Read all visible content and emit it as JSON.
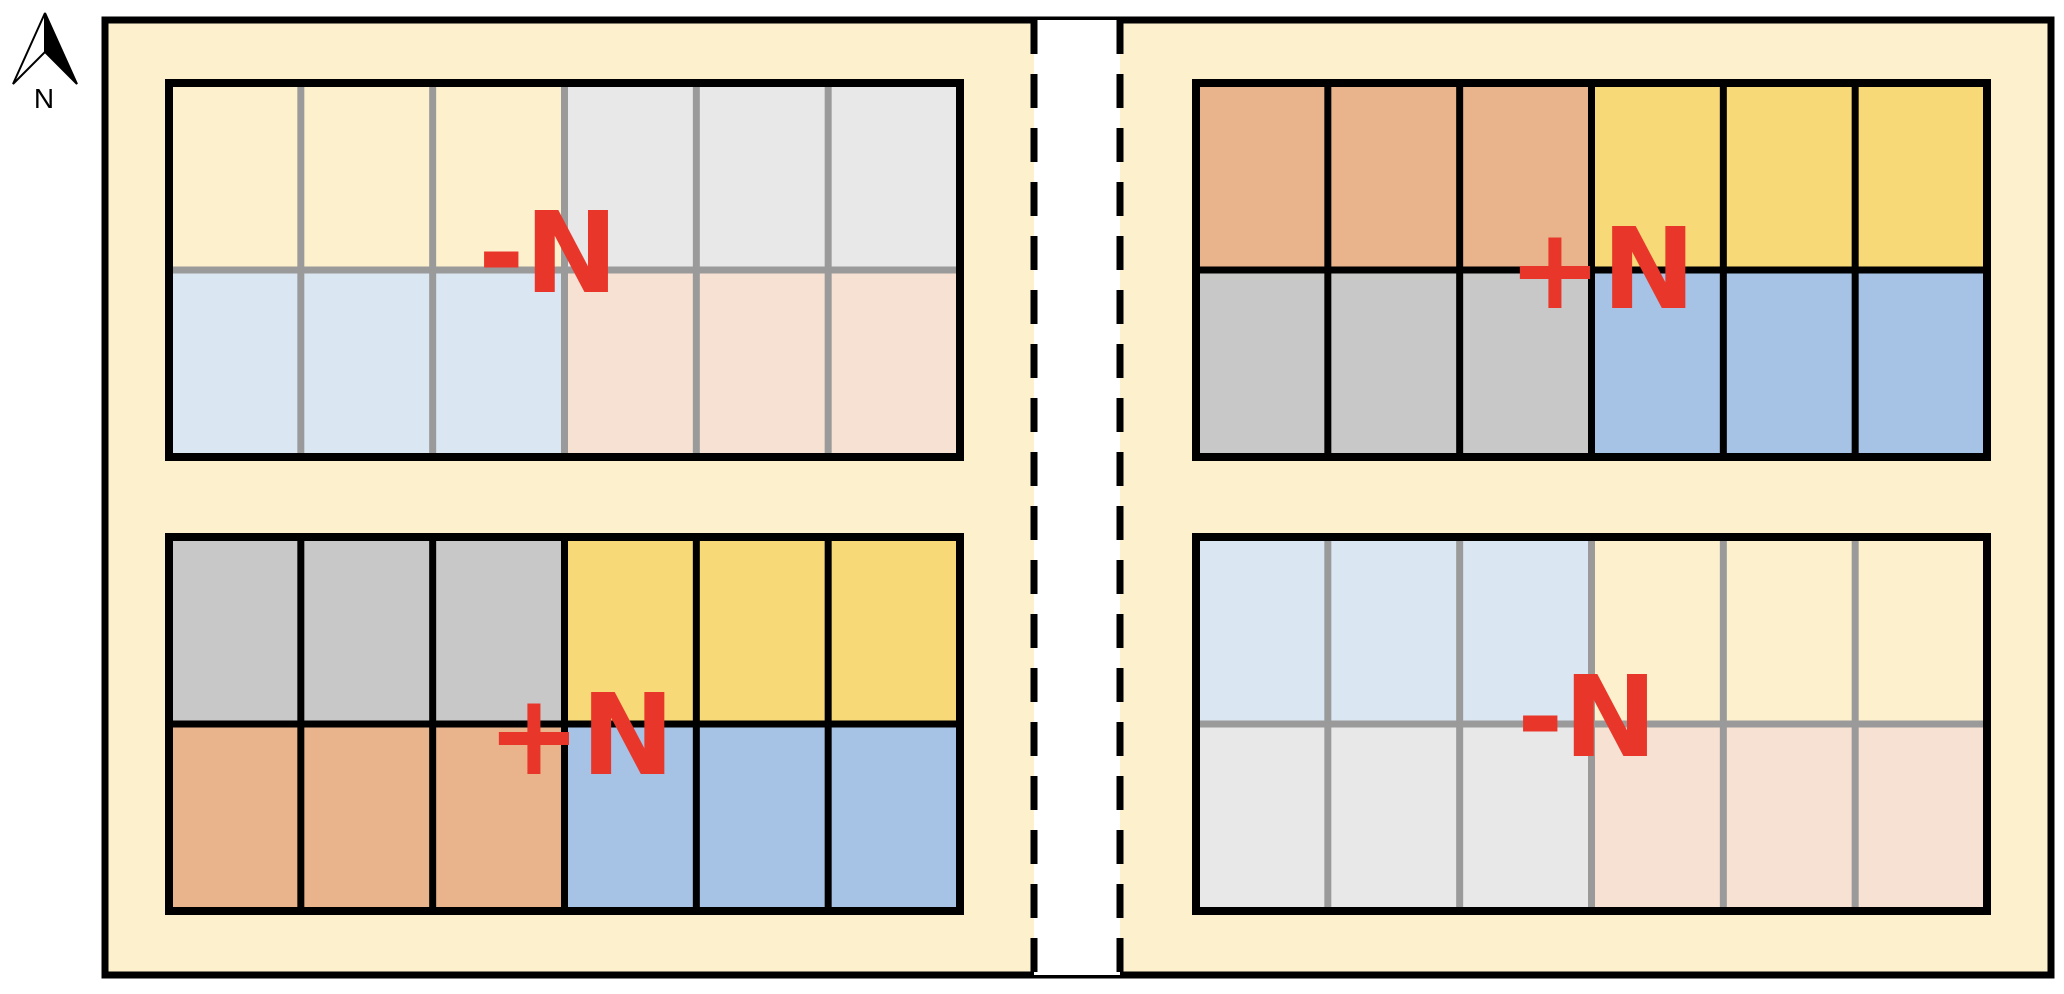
{
  "compass": {
    "label": "N",
    "icon": "north-arrow-icon"
  },
  "colors": {
    "background": "#fdf0cc",
    "road": "#ffffff",
    "label": "#e8372a",
    "gridStrong": "#000000",
    "gridWeak": "#9a9a9a",
    "paleYellow": "#fdf0cc",
    "paleGrey": "#e8e8e8",
    "paleBlue": "#dae6f2",
    "palePeach": "#f6e1d2",
    "orange": "#e9b48c",
    "yellow": "#f7d978",
    "grey": "#c8c8c8",
    "blue": "#a6c2e4"
  },
  "blocks": [
    {
      "id": "block-top-left",
      "label": "-N",
      "style": "pale",
      "quadrants": {
        "tl": "paleYellow",
        "tr": "paleGrey",
        "bl": "paleBlue",
        "br": "palePeach"
      }
    },
    {
      "id": "block-top-right",
      "label": "+N",
      "style": "bold",
      "quadrants": {
        "tl": "orange",
        "tr": "yellow",
        "bl": "grey",
        "br": "blue"
      }
    },
    {
      "id": "block-bottom-left",
      "label": "+N",
      "style": "bold",
      "quadrants": {
        "tl": "grey",
        "tr": "yellow",
        "bl": "orange",
        "br": "blue"
      }
    },
    {
      "id": "block-bottom-right",
      "label": "-N",
      "style": "pale",
      "quadrants": {
        "tl": "paleBlue",
        "tr": "paleYellow",
        "bl": "paleGrey",
        "br": "palePeach"
      }
    }
  ]
}
